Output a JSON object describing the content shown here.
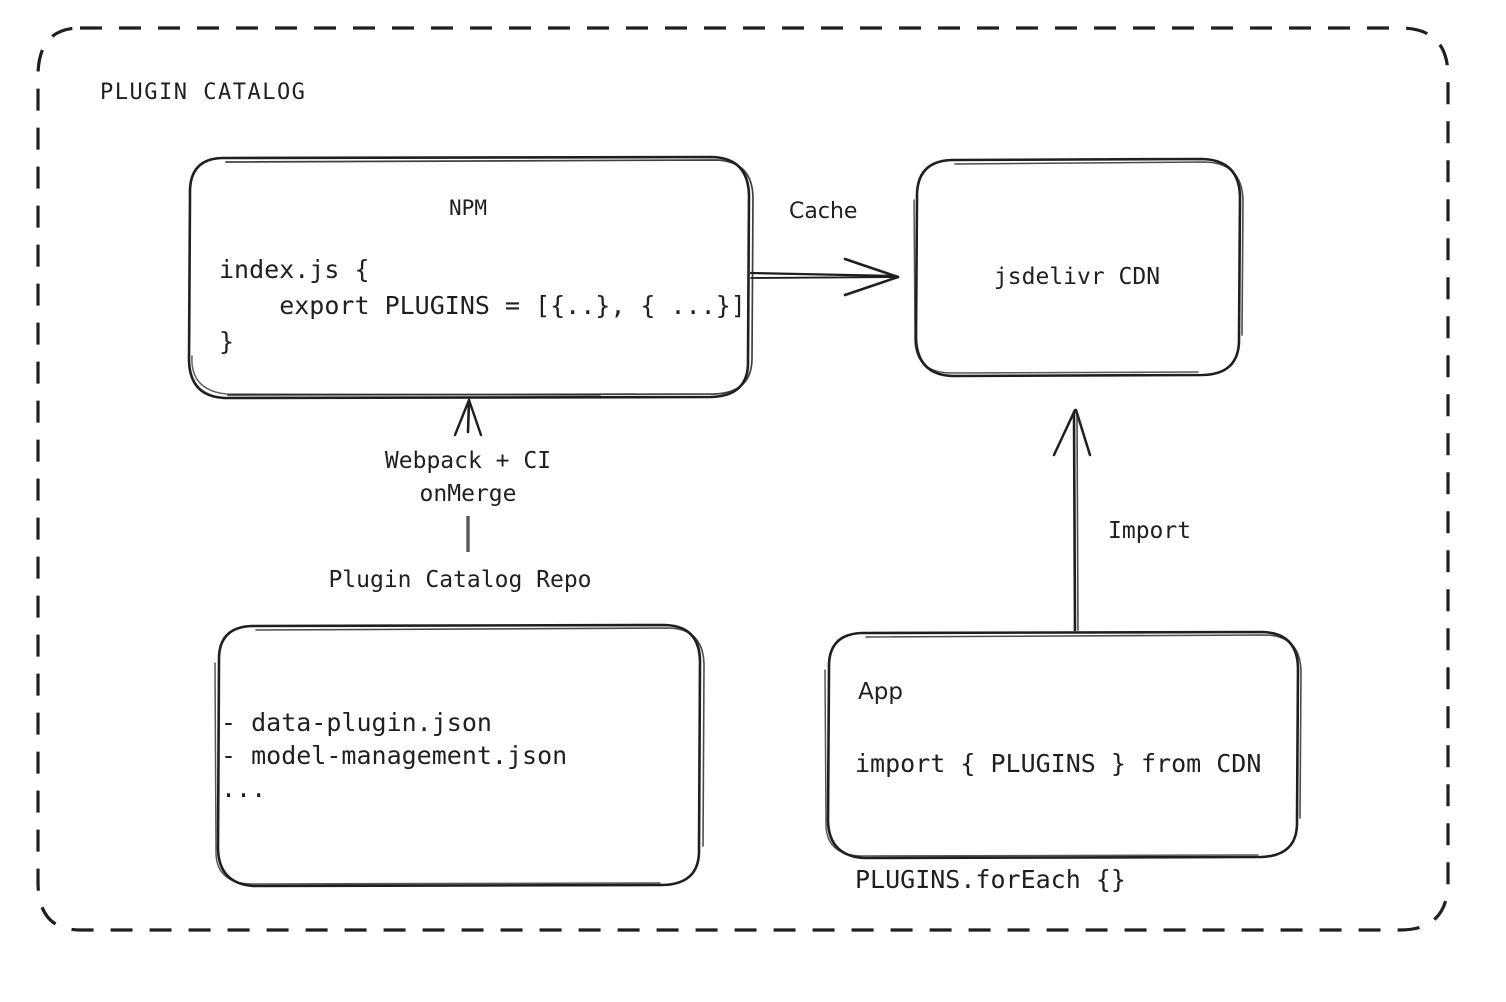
{
  "diagram": {
    "group": {
      "title": "PLUGIN CATALOG"
    },
    "nodes": {
      "npm": {
        "title": "NPM",
        "code": "index.js {\n    export PLUGINS = [{..}, { ...}]\n}"
      },
      "cdn": {
        "title": "jsdelivr CDN"
      },
      "repo": {
        "caption": "Plugin Catalog Repo",
        "items": "- data-plugin.json\n- model-management.json\n..."
      },
      "app": {
        "title": "App",
        "code": "import { PLUGINS } from CDN\n\nPLUGINS.forEach {}"
      }
    },
    "edges": {
      "npm_to_cdn": "Cache",
      "repo_to_npm": "Webpack + CI\nonMerge",
      "app_to_cdn": "Import"
    },
    "colors": {
      "background": "#ffffff",
      "stroke": "#1f1f1f",
      "text": "#1f1f1f"
    }
  }
}
